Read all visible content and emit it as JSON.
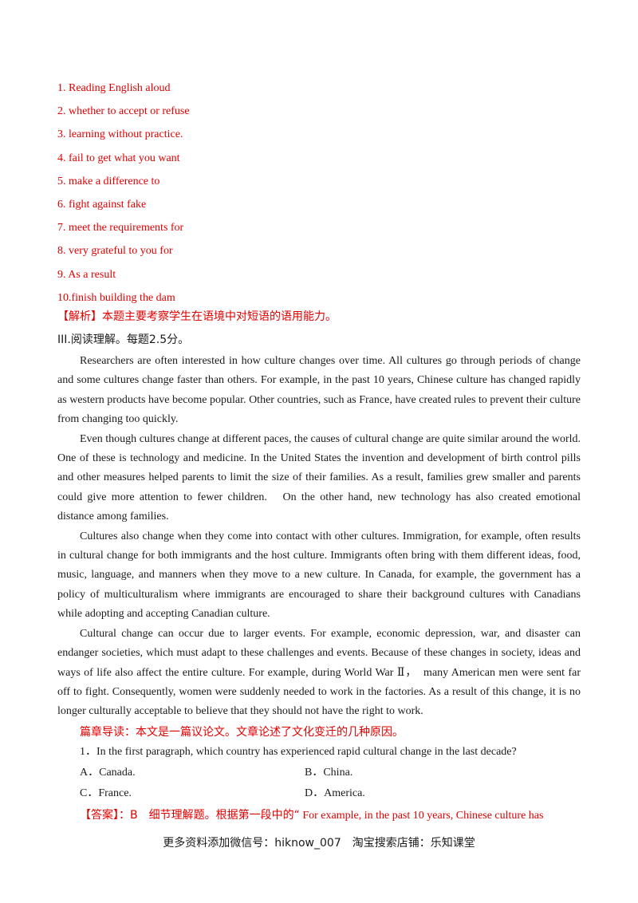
{
  "answers": [
    "1. Reading English aloud",
    "2. whether to accept or refuse",
    "3. learning without practice.",
    "4. fail to get what you want",
    "5. make a difference to",
    "6. fight against fake",
    "7. meet the requirements for",
    "8. very grateful to you for",
    "9. As a result",
    "10.finish building the dam"
  ],
  "analysis": "【解析】本题主要考察学生在语境中对短语的语用能力。",
  "section_title": "III.阅读理解。每题2.5分。",
  "passage": [
    "Researchers are often interested in how culture changes over time. All cultures go through periods of change and some cultures change faster than others. For example, in the past 10 years, Chinese culture has changed rapidly as western products have become popular. Other countries, such as France, have created rules to prevent their culture from changing too quickly.",
    "Even though cultures change at different paces, the causes of cultural change are quite similar around the world. One of these is technology and medicine. In the United States the invention and development of birth control pills and other measures helped parents to limit the size of their families. As a result, families grew smaller and parents could give more attention to fewer children.　On the other hand, new technology has also created emotional distance among families.",
    "Cultures also change when they come into contact with other cultures. Immigration, for example, often results in cultural change for both immigrants and the host culture. Immigrants often bring with them different ideas, food, music, language, and manners when they move to a new culture. In Canada, for example, the government has a policy of multiculturalism where immigrants are encouraged to share their background cultures with Canadians while adopting and accepting Canadian culture.",
    "Cultural change can occur due to larger events. For example, economic depression, war, and disaster can endanger societies, which must adapt to these challenges and events. Because of these changes in society, ideas and ways of life also affect the entire culture. For example, during World War Ⅱ，　many American men were sent far off to fight. Consequently, women were suddenly needed to work in the factories. As a result of this change, it is no longer culturally acceptable to believe that they should not have the right to work."
  ],
  "guide": "篇章导读：本文是一篇议论文。文章论述了文化变迁的几种原因。",
  "question": {
    "text": "1．In the first paragraph, which country has experienced rapid cultural change in the last decade?",
    "options": {
      "A": "A．Canada.",
      "B": "B．China.",
      "C": "C．France.",
      "D": "D．America."
    }
  },
  "answer": {
    "tag": "【答案】：B　细节理解题。根据第一段中的“",
    "quote": " For example, in the past 10 years, Chinese culture has"
  },
  "footer": "更多资料添加微信号：hiknow_007　淘宝搜索店铺：乐知课堂",
  "colors": {
    "accent_red": "#e00000",
    "text": "#1a1a1a"
  }
}
